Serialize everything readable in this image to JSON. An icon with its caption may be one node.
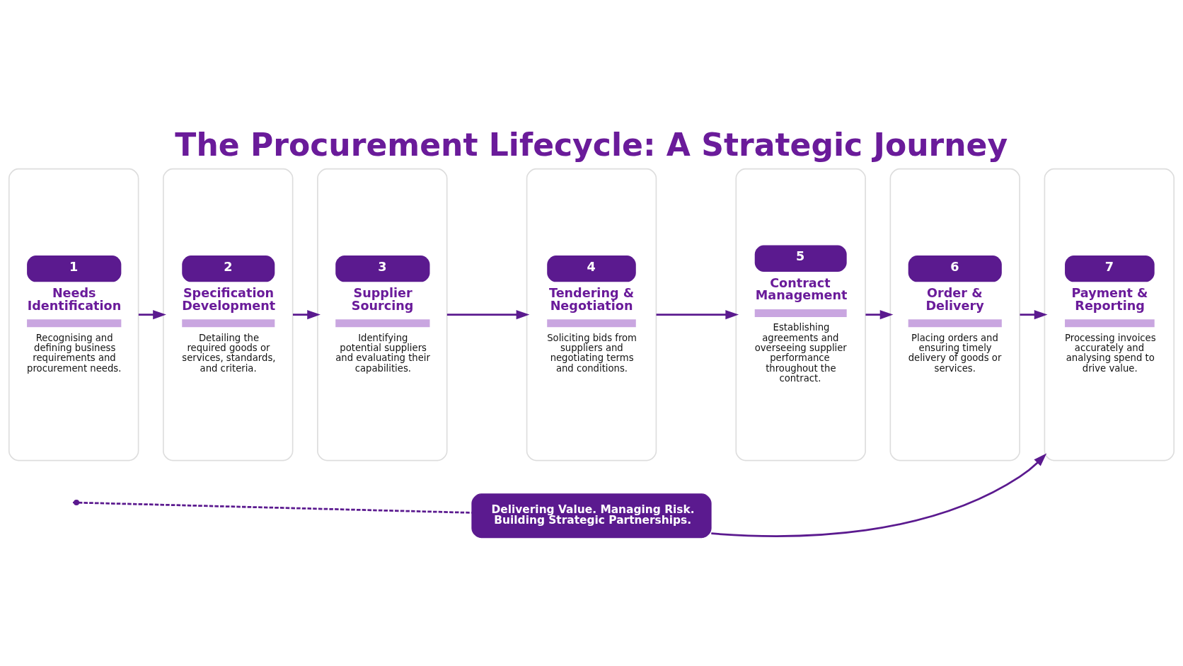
{
  "diagram": {
    "title": "The Procurement Lifecycle: A Strategic Journey",
    "nodes": [
      {
        "text": [
          "1",
          "Needs Identification",
          "Recognising and defining business requirements and procurement needs."
        ]
      },
      {
        "text": [
          "2",
          "Specification Development",
          "Detailing the required goods or services, standards, and criteria."
        ]
      },
      {
        "text": [
          "3",
          "Supplier Sourcing",
          "Identifying potential suppliers and evaluating their capabilities."
        ]
      },
      {
        "text": [
          "4",
          "Tendering & Negotiation",
          "Soliciting bids from suppliers and negotiating terms and conditions."
        ]
      },
      {
        "text": [
          "5",
          "Contract Management",
          "Establishing agreements and overseeing supplier performance throughout the contract."
        ]
      },
      {
        "text": [
          "6",
          "Order & Delivery",
          "Placing orders and ensuring timely delivery of goods or services."
        ]
      },
      {
        "text": [
          "7",
          "Payment & Reporting",
          "Processing invoices accurately and analysing spend to drive value."
        ]
      },
      {
        "text": [
          "Delivering Value. Managing Risk. Building Strategic Partnerships."
        ]
      }
    ],
    "edges": [
      {
        "from": 0,
        "to": 1,
        "arrow": "to"
      },
      {
        "from": 1,
        "to": 2,
        "arrow": "to"
      },
      {
        "from": 2,
        "to": 3,
        "arrow": "to"
      },
      {
        "from": 3,
        "to": 4,
        "arrow": "to"
      },
      {
        "from": 4,
        "to": 5,
        "arrow": "to"
      },
      {
        "from": 5,
        "to": 6,
        "arrow": "to"
      },
      {
        "from": null,
        "to": 7,
        "arrow": "other",
        "style": "dashed"
      },
      {
        "from": 7,
        "to": 6,
        "arrow": "to"
      }
    ]
  }
}
